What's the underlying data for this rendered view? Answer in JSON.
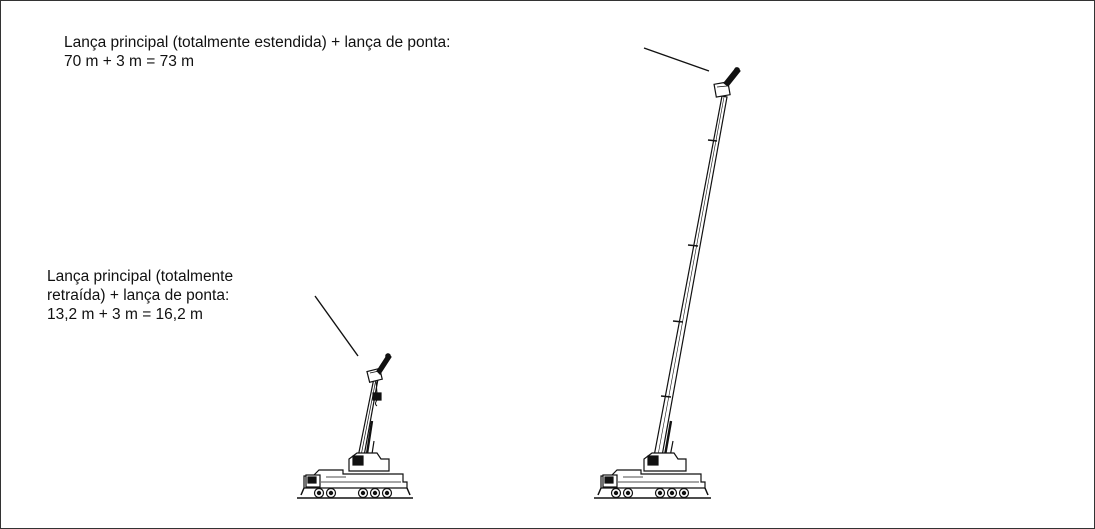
{
  "labels": {
    "extended": {
      "line1": "Lança principal (totalmente estendida) + lança de ponta:",
      "line2": "70 m + 3 m = 73 m"
    },
    "retracted": {
      "line1": "Lança principal (totalmente",
      "line2": "retraída) + lança de ponta:",
      "line3": "13,2 m + 3 m = 16,2 m"
    }
  },
  "colors": {
    "ink": "#111111",
    "frame": "#333333"
  }
}
